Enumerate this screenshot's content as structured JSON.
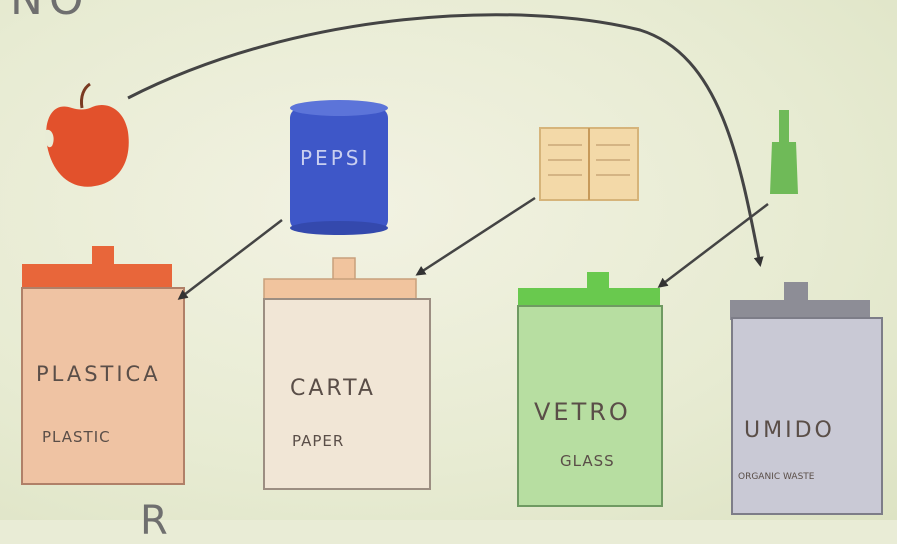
{
  "header": {
    "top_text": "NO",
    "bottom_text": "R"
  },
  "items": {
    "can_label": "PEPSI"
  },
  "bins": [
    {
      "label": "PLASTICA",
      "sublabel": "PLASTIC",
      "color": "#e8663a",
      "body": "#efc3a3"
    },
    {
      "label": "CARTA",
      "sublabel": "PAPER",
      "color": "#f1c49e",
      "body": "#f1e6d6"
    },
    {
      "label": "VETRO",
      "sublabel": "GLASS",
      "color": "#69c94e",
      "body": "#b7dea1"
    },
    {
      "label": "UMIDO",
      "sublabel": "ORGANIC WASTE",
      "color": "#8d8d96",
      "body": "#c9c9d5"
    }
  ],
  "colors": {
    "apple": "#e2512c",
    "can": "#3e57c8",
    "bottle": "#6fba58",
    "book": "#f3d9a8",
    "arrow": "#444444"
  }
}
